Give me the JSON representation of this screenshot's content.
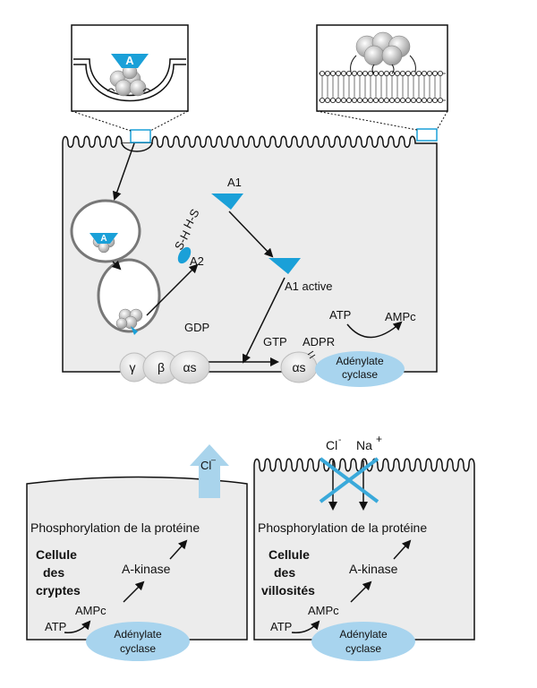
{
  "top": {
    "toxin_a": "A",
    "h_s": "H-S",
    "s_h": "S-H",
    "a1": "A1",
    "a2": "A2",
    "a1_active": "A1 active",
    "atp": "ATP",
    "ampc": "AMPc",
    "gdp": "GDP",
    "gtp": "GTP",
    "adpr": "ADPR",
    "gamma": "γ",
    "beta": "β",
    "alpha_s_left": "αs",
    "alpha_s_right": "αs",
    "adenylate_1": "Adénylate",
    "adenylate_2": "cyclase"
  },
  "crypt": {
    "cl": "Cl",
    "cl_sup": "–",
    "phospho": "Phosphorylation de la protéine",
    "cell_1": "Cellule",
    "cell_2": "des",
    "cell_3": "cryptes",
    "kinase": "A-kinase",
    "ampc": "AMPc",
    "atp": "ATP",
    "adenylate_1": "Adénylate",
    "adenylate_2": "cyclase"
  },
  "villus": {
    "cl": "Cl",
    "cl_sup": "-",
    "na": "Na",
    "na_sup": "+",
    "phospho": "Phosphorylation de la protéine",
    "cell_1": "Cellule",
    "cell_2": "des",
    "cell_3": "villosités",
    "kinase": "A-kinase",
    "ampc": "AMPc",
    "atp": "ATP",
    "adenylate_1": "Adénylate",
    "adenylate_2": "cyclase"
  },
  "colors": {
    "toxin": "#1aa0d8",
    "cell_fill": "#ececec",
    "enzyme": "#a8d4ee",
    "cross": "#3aa9da",
    "export_arrow": "#a9d4ec"
  }
}
